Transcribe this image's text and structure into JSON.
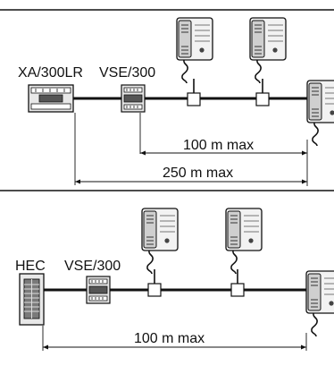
{
  "diagram_top": {
    "device_a_label": "XA/300LR",
    "device_b_label": "VSE/300",
    "dimension_inner": "100 m max",
    "dimension_outer": "250 m max"
  },
  "diagram_bottom": {
    "device_a_label": "HEC",
    "device_b_label": "VSE/300",
    "dimension": "100 m max"
  },
  "colors": {
    "line": "#111111",
    "device_fill": "#eaeaea",
    "device_dark": "#6a6a6a"
  }
}
